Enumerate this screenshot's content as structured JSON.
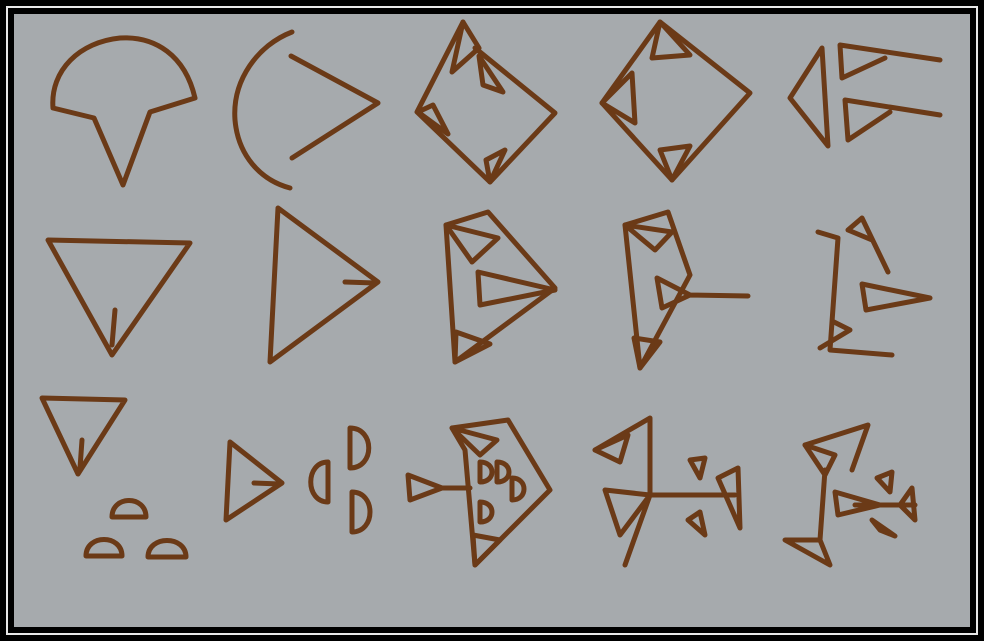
{
  "image": {
    "background_color": "#a6aaad",
    "ink_color": "#6b3a17",
    "frame_color": "#000000",
    "frame_line_color": "#e8e8e8"
  },
  "glyph_grid": {
    "rows": 3,
    "columns": 5,
    "glyphs": [
      {
        "name": "cuneiform-sign-r1c1"
      },
      {
        "name": "cuneiform-sign-r1c2"
      },
      {
        "name": "cuneiform-sign-r1c3"
      },
      {
        "name": "cuneiform-sign-r1c4"
      },
      {
        "name": "cuneiform-sign-r1c5"
      },
      {
        "name": "cuneiform-sign-r2c1"
      },
      {
        "name": "cuneiform-sign-r2c2"
      },
      {
        "name": "cuneiform-sign-r2c3"
      },
      {
        "name": "cuneiform-sign-r2c4"
      },
      {
        "name": "cuneiform-sign-r2c5"
      },
      {
        "name": "cuneiform-sign-r3c1"
      },
      {
        "name": "cuneiform-sign-r3c2"
      },
      {
        "name": "cuneiform-sign-r3c3"
      },
      {
        "name": "cuneiform-sign-r3c4"
      },
      {
        "name": "cuneiform-sign-r3c5"
      }
    ]
  }
}
